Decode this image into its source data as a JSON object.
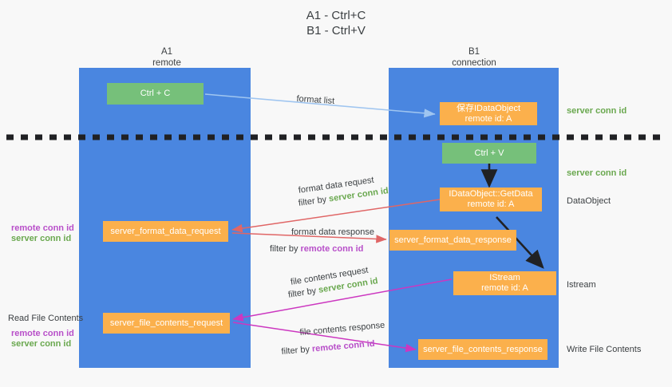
{
  "title": {
    "line1": "A1 - Ctrl+C",
    "line2": "B1 - Ctrl+V"
  },
  "columns": [
    {
      "name": "A1",
      "sub": "remote"
    },
    {
      "name": "B1",
      "sub": "connection"
    }
  ],
  "nodes": {
    "ctrl_c": {
      "label": "Ctrl + C"
    },
    "ctrl_v": {
      "label": "Ctrl + V"
    },
    "save_idataobject": {
      "line1": "保存IDataObject",
      "line2": "remote id: A"
    },
    "getdata": {
      "line1": "IDataObject::GetData",
      "line2": "remote id: A"
    },
    "istream": {
      "line1": "IStream",
      "line2": "remote id: A"
    },
    "server_format_data_request": {
      "label": "server_format_data_request"
    },
    "server_format_data_response": {
      "label": "server_format_data_response"
    },
    "server_file_contents_request": {
      "label": "server_file_contents_request"
    },
    "server_file_contents_response": {
      "label": "server_file_contents_response"
    }
  },
  "edge_labels": {
    "format_list": "format list",
    "format_data_request": "format data request",
    "format_data_request_filter_prefix": "filter by ",
    "format_data_request_filter_value": "server conn id",
    "format_data_response": "format data response",
    "format_data_response_filter_prefix": "filter by ",
    "format_data_response_filter_value": "remote conn id",
    "file_contents_request": "file contents request",
    "file_contents_request_filter_prefix": "filter by ",
    "file_contents_request_filter_value": "server conn id",
    "file_contents_response": "file contents response",
    "file_contents_response_filter_prefix": "filter by ",
    "file_contents_response_filter_value": "remote conn id"
  },
  "side_labels": {
    "right_server_conn_id_top": "server conn id",
    "right_server_conn_id_mid": "server conn id",
    "right_dataobject": "DataObject",
    "right_istream": "Istream",
    "right_write_file_contents": "Write File Contents",
    "left_remote_conn_id_1": "remote conn id",
    "left_server_conn_id_1": "server conn id",
    "left_read_file_contents": "Read File Contents",
    "left_remote_conn_id_2": "remote conn id",
    "left_server_conn_id_2": "server conn id"
  },
  "colors": {
    "lane": "#4a86e0",
    "green_box": "#76c07a",
    "orange_box": "#fbb04c",
    "green_text": "#6aa84f",
    "purple_text": "#b84fc9",
    "arrow_blue": "#9fc5f0",
    "arrow_red": "#e06666",
    "arrow_magenta": "#cc37c0",
    "arrow_black": "#202124",
    "background": "#f8f8f8",
    "divider": "#202124"
  }
}
